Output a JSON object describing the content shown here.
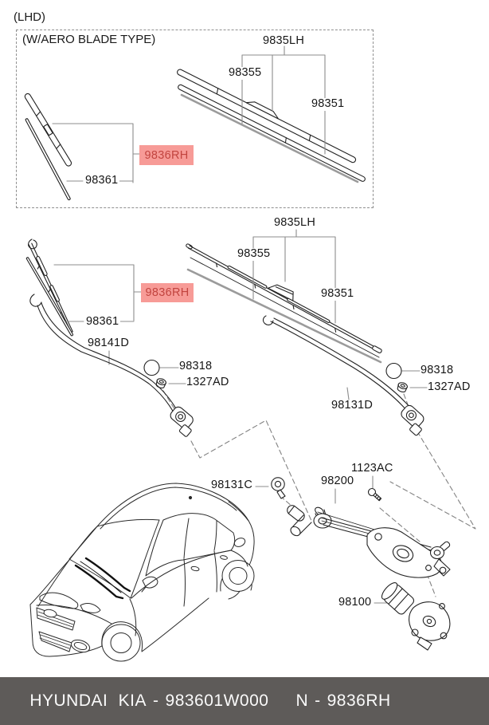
{
  "header": {
    "drive_type": "(LHD)"
  },
  "colors": {
    "highlight_bg": "#f79b97",
    "highlight_text": "#c2443f",
    "footer_bg": "#5e5b59",
    "footer_text": "#fafafa",
    "line": "#222222",
    "leader_line": "#8c8c8c",
    "refill_line": "#9b9b9b"
  },
  "sections": {
    "aero_blade": {
      "type_note": "(W/AERO BLADE TYPE)",
      "parts": {
        "blade_assembly": "9835LH",
        "blade_upper": "98355",
        "blade_lower": "98351",
        "blade_rh_highlight": "9836RH",
        "refill": "98361"
      }
    },
    "standard_blade": {
      "parts": {
        "blade_assembly": "9835LH",
        "blade_upper": "98355",
        "blade_lower": "98351",
        "blade_rh_highlight": "9836RH",
        "refill": "98361",
        "arm_driver": "98141D",
        "pivot_cap_driver": "98318",
        "pivot_nut_driver": "1327AD",
        "arm_passenger": "98131D",
        "pivot_cap_passenger": "98318",
        "pivot_nut_passenger": "1327AD"
      }
    },
    "mechanism": {
      "parts": {
        "pivot_cap": "98131C",
        "linkage": "98200",
        "bolt": "1123AC",
        "motor": "98100"
      }
    }
  },
  "footer": {
    "brand": "HYUNDAI KIA",
    "separator": "-",
    "part_number": "983601W000",
    "ref_label": "N",
    "ref_part": "9836RH"
  }
}
